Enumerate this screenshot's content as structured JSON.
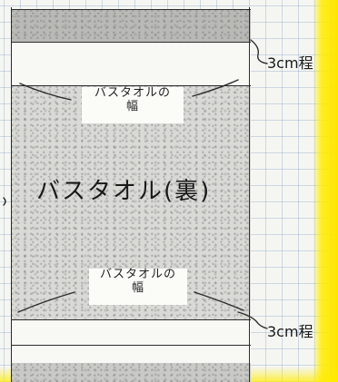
{
  "diagram": {
    "center_label": "バスタオル(裏)",
    "upper_width_label": [
      "バスタオルの",
      "幅"
    ],
    "lower_width_label": [
      "バスタオルの",
      "幅"
    ],
    "upper_margin_label": "3cm程",
    "lower_margin_label": "3cm程"
  },
  "colors": {
    "ink": "#2c2c2c",
    "towel_texture": "#d9dad6",
    "highlighter": "#ffe600",
    "grid": "#7896be"
  }
}
